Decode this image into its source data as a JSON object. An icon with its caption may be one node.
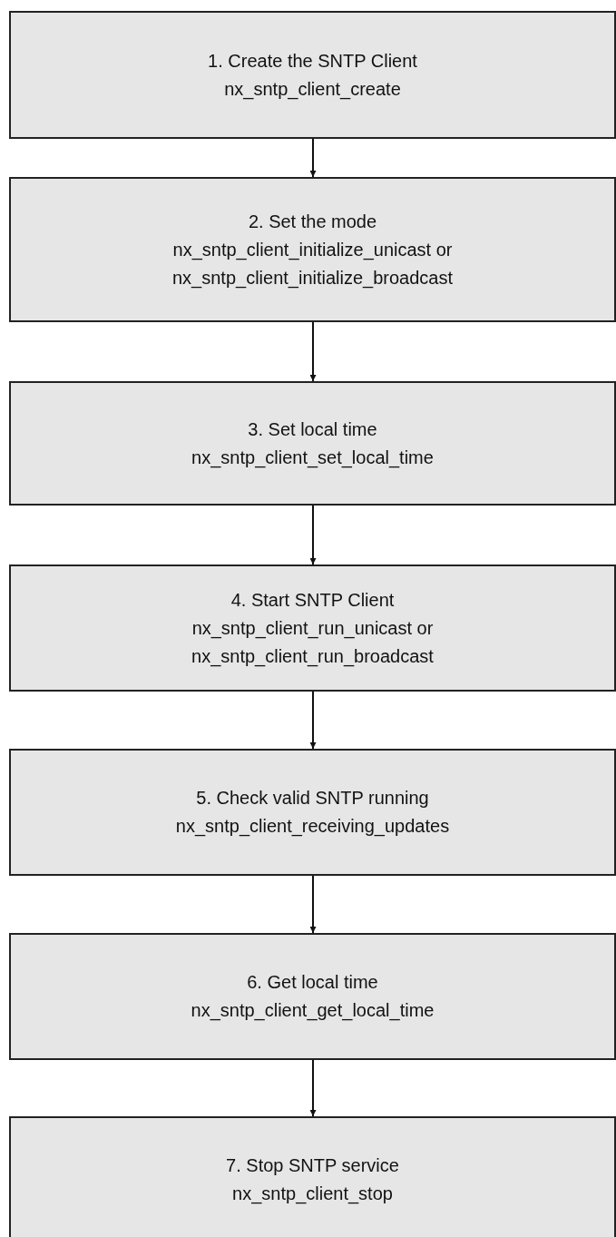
{
  "diagram": {
    "nodes": [
      {
        "text": [
          "1. Create the SNTP Client",
          "nx_sntp_client_create"
        ]
      },
      {
        "text": [
          "2. Set the mode",
          "nx_sntp_client_initialize_unicast or nx_sntp_client_initialize_broadcast"
        ]
      },
      {
        "text": [
          "3. Set local time",
          "nx_sntp_client_set_local_time"
        ]
      },
      {
        "text": [
          "4. Start SNTP Client",
          "nx_sntp_client_run_unicast or nx_sntp_client_run_broadcast"
        ]
      },
      {
        "text": [
          "5. Check valid SNTP running",
          "nx_sntp_client_receiving_updates"
        ]
      },
      {
        "text": [
          "6. Get local time",
          "nx_sntp_client_get_local_time"
        ]
      },
      {
        "text": [
          "7. Stop SNTP service",
          "nx_sntp_client_stop"
        ]
      }
    ],
    "edges": [
      {
        "from": 0,
        "to": 1,
        "arrow": "to"
      },
      {
        "from": 1,
        "to": 2,
        "arrow": "to"
      },
      {
        "from": 2,
        "to": 3,
        "arrow": "to"
      },
      {
        "from": 3,
        "to": 4,
        "arrow": "to"
      },
      {
        "from": 4,
        "to": 5,
        "arrow": "to"
      },
      {
        "from": 5,
        "to": 6,
        "arrow": "to"
      }
    ]
  }
}
